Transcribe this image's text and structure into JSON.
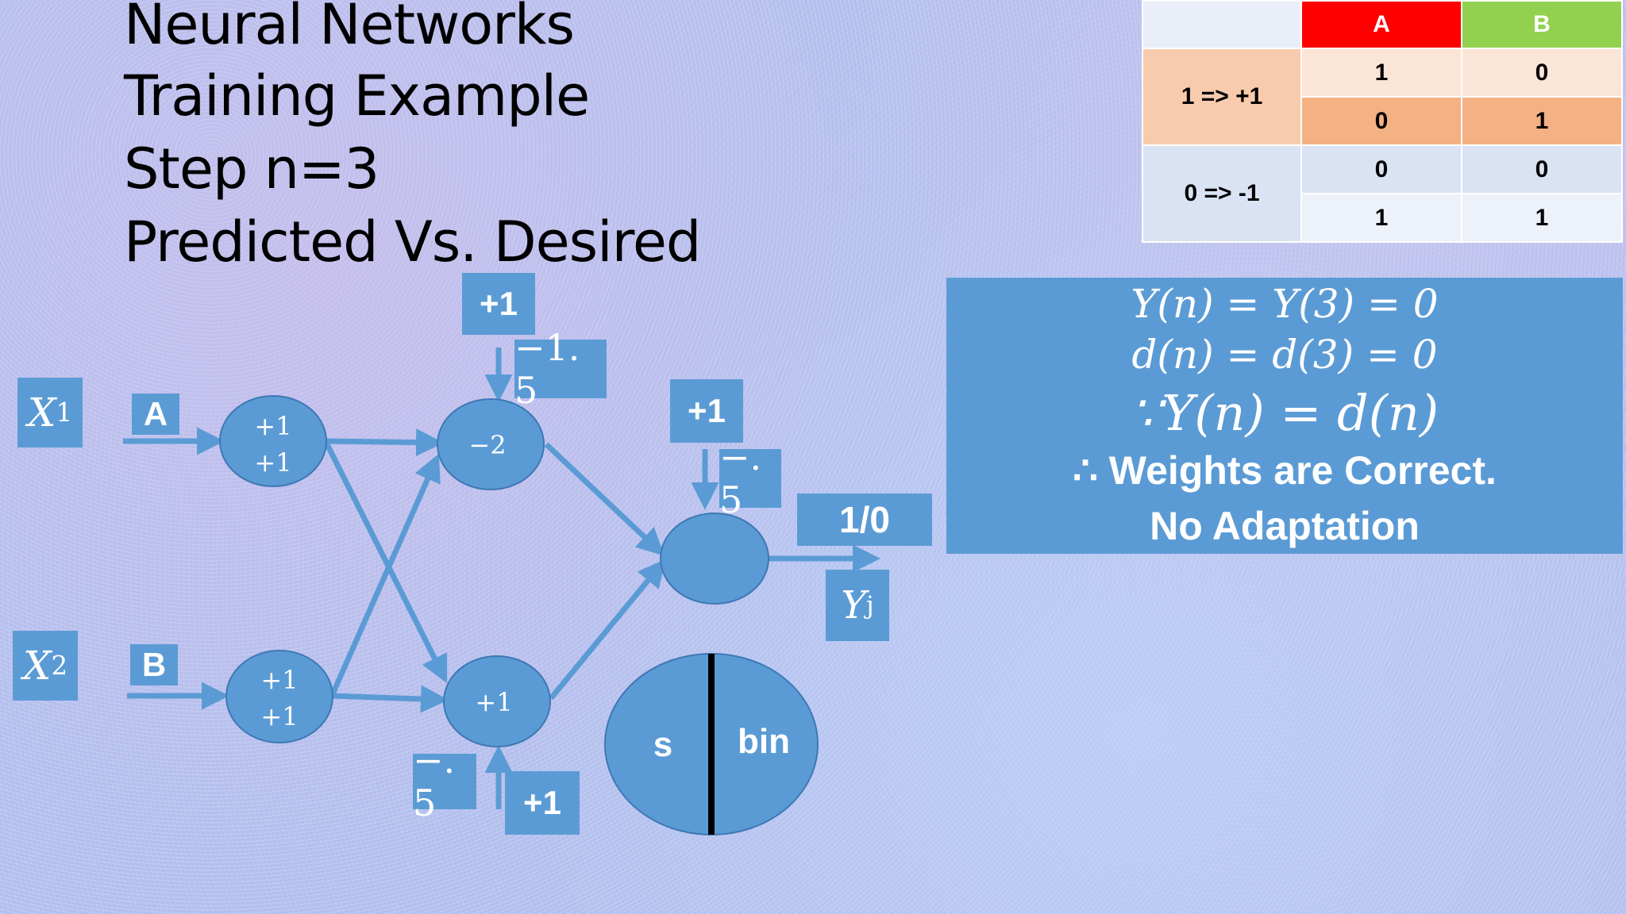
{
  "title": {
    "line1": "Neural Networks",
    "line2": "Training Example",
    "line3": "Step n=3",
    "line4": "Predicted Vs. Desired"
  },
  "truth_table": {
    "headers": [
      "A",
      "B"
    ],
    "groups": [
      {
        "label": "1 => +1",
        "rows": [
          [
            "1",
            "0"
          ],
          [
            "0",
            "1"
          ]
        ]
      },
      {
        "label": "0 => -1",
        "rows": [
          [
            "0",
            "0"
          ],
          [
            "1",
            "1"
          ]
        ]
      }
    ]
  },
  "info_panel": {
    "line1": "Y(n) = Y(3) = 0",
    "line2": "d(n) = d(3) = 0",
    "line3": "∵Y(n) = d(n)",
    "line4": "∴ Weights are Correct.",
    "line5": "No Adaptation"
  },
  "network": {
    "inputs": [
      {
        "var": "X",
        "sub": "1",
        "label": "A"
      },
      {
        "var": "X",
        "sub": "2",
        "label": "B"
      }
    ],
    "input_node_top": {
      "w1": "+1",
      "w2": "+1"
    },
    "input_node_bottom": {
      "w1": "+1",
      "w2": "+1"
    },
    "hidden_node_top": "−2",
    "hidden_node_bottom": "+1",
    "bias_top": {
      "value": "+1",
      "weight": "−1. 5"
    },
    "bias_bottom": {
      "value": "+1",
      "weight": "−. 5"
    },
    "bias_output": {
      "value": "+1",
      "weight": "−. 5"
    },
    "output_values": "1/0",
    "output_var": "Y",
    "output_sub": "j",
    "activation": {
      "left": "s",
      "right": "bin"
    }
  },
  "colors": {
    "accent": "#5b9bd5",
    "table_red": "#ff0000",
    "table_green": "#92d050",
    "table_orange": "#f4b183"
  }
}
